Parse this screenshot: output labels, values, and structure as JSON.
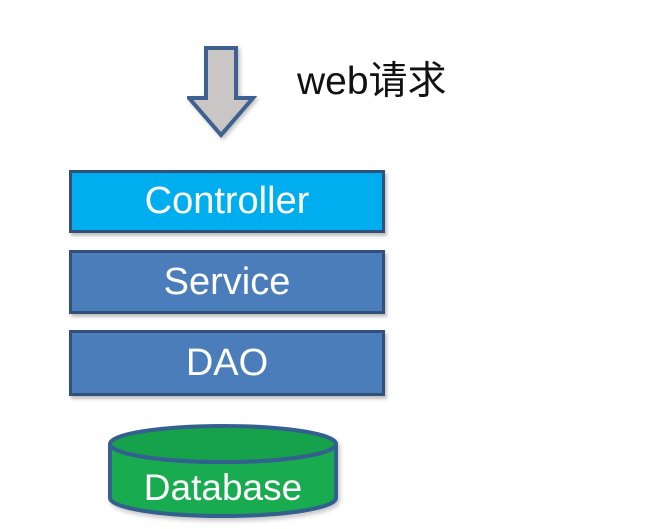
{
  "diagram": {
    "arrow_label": "web请求",
    "layers": [
      {
        "id": "controller",
        "label": "Controller"
      },
      {
        "id": "service",
        "label": "Service"
      },
      {
        "id": "dao",
        "label": "DAO"
      }
    ],
    "database": {
      "label": "Database"
    }
  },
  "colors": {
    "background": "#FFFFFF",
    "controller-fill": "#00AEEF",
    "layer-fill": "#4B7DBA",
    "box-border": "#31517B",
    "arrow-fill": "#C9C6C5",
    "arrow-border": "#3E618F",
    "db-fill": "#18AB4F",
    "db-top-fill": "#16A24B",
    "db-border": "#33608F",
    "label-text": "#FFFFFF",
    "title-text": "#111111"
  }
}
